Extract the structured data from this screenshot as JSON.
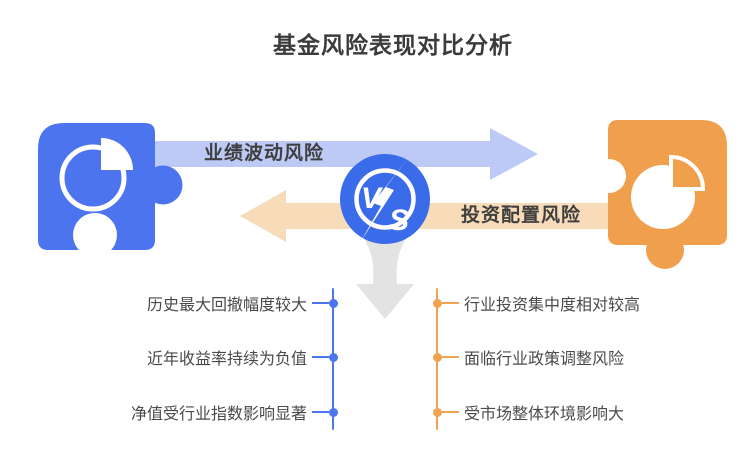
{
  "title": "基金风险表现对比分析",
  "versus_badge": {
    "letter_v": "V",
    "letter_s": "S"
  },
  "comparison": {
    "left_side": {
      "icon": "blue-puzzle-pie-chart-icon",
      "arrow_label": "业绩波动风险",
      "arrow_direction": "right",
      "accent_color": "#4c74ef",
      "arrow_color": "#bccaf5",
      "points": [
        "历史最大回撤幅度较大",
        "近年收益率持续为负值",
        "净值受行业指数影响显著"
      ]
    },
    "right_side": {
      "icon": "orange-puzzle-pie-chart-icon",
      "arrow_label": "投资配置风险",
      "arrow_direction": "left",
      "accent_color": "#f0a04c",
      "arrow_color": "#f8dcba",
      "points": [
        "行业投资集中度相对较高",
        "面临行业政策调整风险",
        "受市场整体环境影响大"
      ]
    }
  },
  "other_icons": {
    "center_badge": "vs-badge-icon",
    "down_arrow": "down-arrow-icon",
    "badge_color": "#3a6be8",
    "down_arrow_color": "#e3e3e3"
  }
}
